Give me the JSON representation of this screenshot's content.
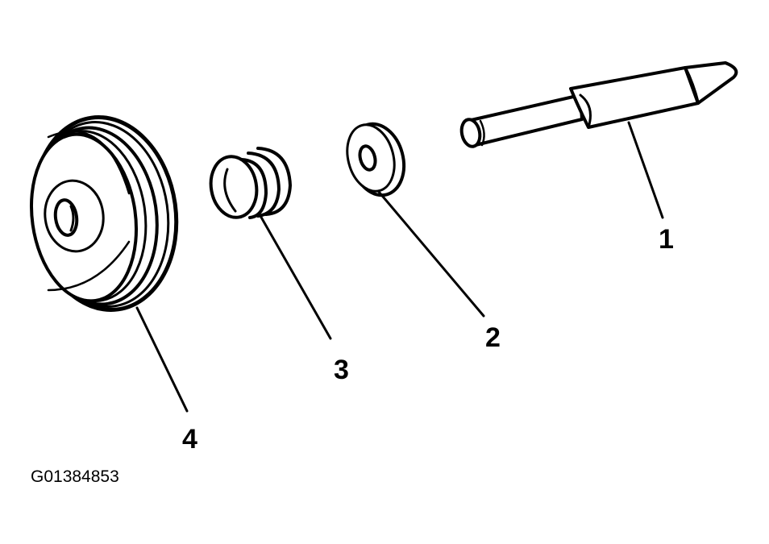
{
  "diagram": {
    "callouts": [
      {
        "id": "1",
        "label": "1"
      },
      {
        "id": "2",
        "label": "2"
      },
      {
        "id": "3",
        "label": "3"
      },
      {
        "id": "4",
        "label": "4"
      }
    ],
    "figure_code": "G01384853",
    "colors": {
      "ink": "#000000",
      "paper": "#ffffff"
    }
  }
}
